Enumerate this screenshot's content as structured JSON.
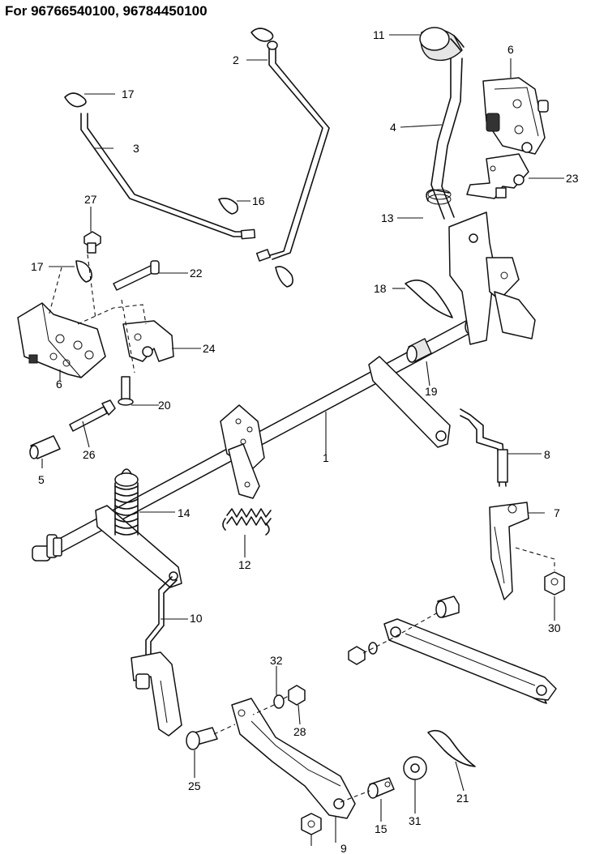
{
  "title": "For 96766540100, 96784450100",
  "callouts": [
    "1",
    "2",
    "3",
    "4",
    "5",
    "6",
    "6",
    "7",
    "8",
    "9",
    "10",
    "11",
    "12",
    "13",
    "14",
    "15",
    "16",
    "17",
    "17",
    "18",
    "19",
    "20",
    "21",
    "22",
    "23",
    "24",
    "25",
    "26",
    "27",
    "28",
    "30",
    "31",
    "32"
  ]
}
